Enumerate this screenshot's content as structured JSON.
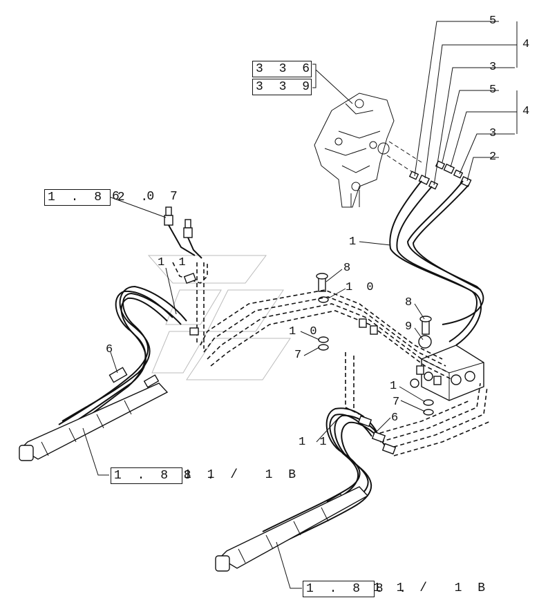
{
  "refs": {
    "ref_336": "3 3 6",
    "ref_339": "3 3 9",
    "ref_182_box": "1 . 8 2 .",
    "ref_182_tail": "6  0 7",
    "ref_188a_box": "1 . 8 8 .",
    "ref_188a_tail": "1 1 /  1 B",
    "ref_188b_box": "1 . 8 8 .",
    "ref_188b_tail": "1 1 /  1 B"
  },
  "callouts": {
    "c5a": "5",
    "c4a": "4",
    "c3a": "3",
    "c5b": "5",
    "c4b": "4",
    "c3b": "3",
    "c2": "2",
    "c1a": "1",
    "c8a": "8",
    "c10a": "1 0",
    "c8b": "8",
    "c9": "9",
    "c10b": "1 0",
    "c7a": "7",
    "c1b": "1",
    "c7b": "7",
    "c11a": "1 1",
    "c6a": "6",
    "c11b": "1 1",
    "c6b": "6"
  }
}
